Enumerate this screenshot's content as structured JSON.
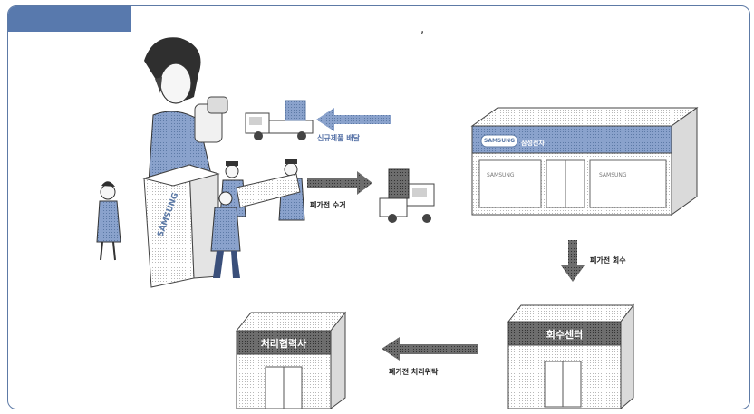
{
  "header": {
    "tick": ","
  },
  "labels": {
    "new_product_delivery": "신규제품 배달",
    "waste_pickup": "폐가전 수거",
    "waste_collection": "폐가전 회수",
    "waste_treatment_consignment": "폐가전 처리위탁"
  },
  "buildings": {
    "store_sign": "삼성전자",
    "store_logo": "SAMSUNG",
    "collection_center": "회수센터",
    "partner": "처리협력사"
  },
  "colors": {
    "accent": "#5879ad",
    "arrow_blue": "#9fb2d6",
    "arrow_gray": "#8c8c8c"
  }
}
